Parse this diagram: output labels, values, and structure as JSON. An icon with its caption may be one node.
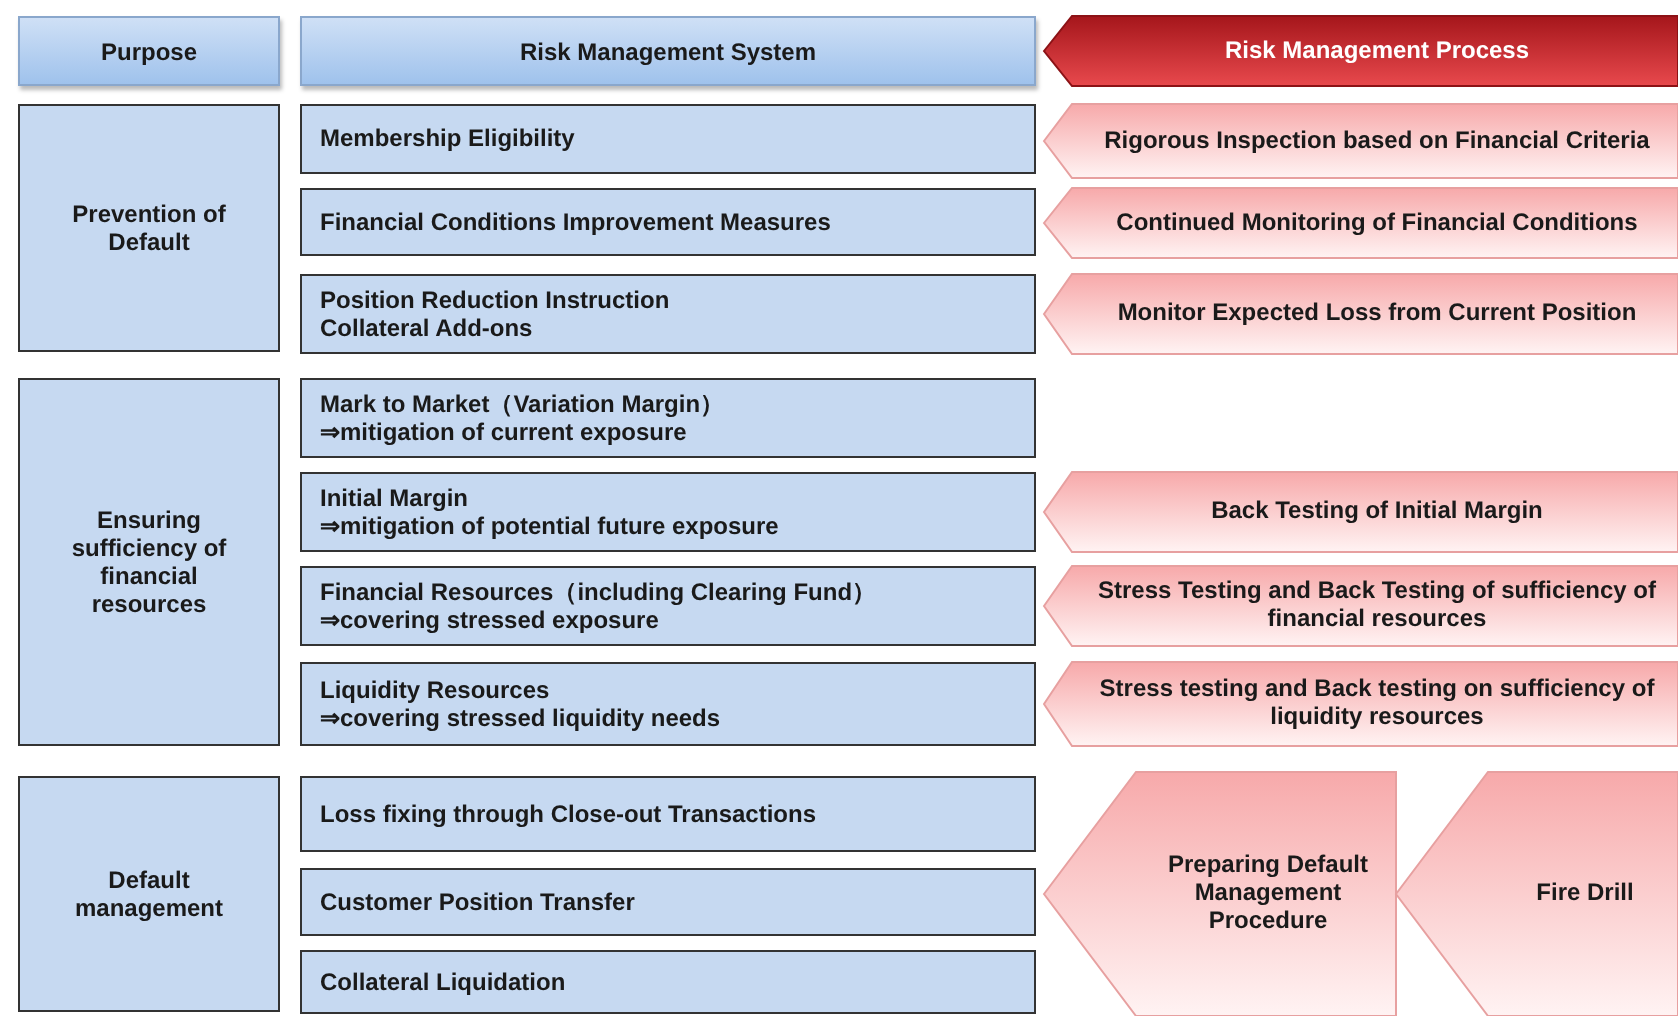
{
  "diagram": {
    "nodes": [
      {
        "text": [
          "Purpose"
        ]
      },
      {
        "text": [
          "Risk Management System"
        ]
      },
      {
        "text": [
          "Risk Management Process"
        ]
      },
      {
        "text": [
          "Prevention of Default"
        ]
      },
      {
        "text": [
          "Membership Eligibility"
        ]
      },
      {
        "text": [
          "Rigorous Inspection based on Financial Criteria"
        ]
      },
      {
        "text": [
          "Financial Conditions Improvement Measures"
        ]
      },
      {
        "text": [
          "Continued Monitoring of Financial Conditions"
        ]
      },
      {
        "text": [
          "Position Reduction Instruction",
          "Collateral Add-ons"
        ]
      },
      {
        "text": [
          "Monitor Expected Loss from Current Position"
        ]
      },
      {
        "text": [
          "Ensuring sufficiency of financial resources"
        ]
      },
      {
        "text": [
          "Mark to Market（Variation Margin）",
          "⇒mitigation of current exposure"
        ]
      },
      {
        "text": [
          "Initial Margin",
          "⇒mitigation of potential future exposure"
        ]
      },
      {
        "text": [
          "Back Testing of Initial Margin"
        ]
      },
      {
        "text": [
          "Financial Resources（including Clearing Fund）",
          "⇒covering stressed exposure"
        ]
      },
      {
        "text": [
          "Stress Testing and Back Testing of sufficiency of financial resources"
        ]
      },
      {
        "text": [
          "Liquidity Resources",
          "⇒covering stressed liquidity needs"
        ]
      },
      {
        "text": [
          "Stress testing and Back testing on sufficiency of liquidity resources"
        ]
      },
      {
        "text": [
          "Default management"
        ]
      },
      {
        "text": [
          "Loss fixing through Close-out Transactions"
        ]
      },
      {
        "text": [
          "Customer Position Transfer"
        ]
      },
      {
        "text": [
          "Collateral Liquidation"
        ]
      },
      {
        "text": [
          "Preparing Default Management Procedure"
        ]
      },
      {
        "text": [
          "Fire Drill"
        ]
      }
    ]
  }
}
